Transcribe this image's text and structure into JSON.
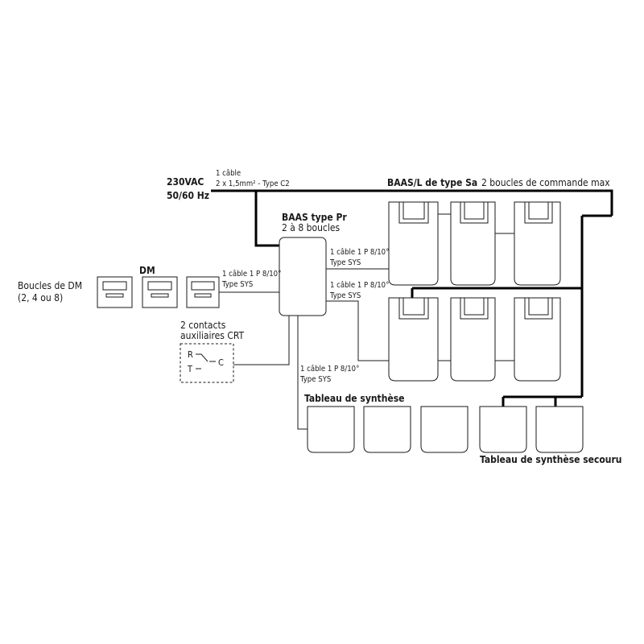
{
  "power": {
    "voltage": "230VAC",
    "frequency": "50/60 Hz"
  },
  "power_cable": {
    "line1": "1 câble",
    "line2": "2 x 1,5mm² - Type C2"
  },
  "baas_pr": {
    "title": "BAAS type Pr",
    "subtitle": "2 à 8 boucles"
  },
  "baas_sa": {
    "title": "BAAS/L de type Sa",
    "note": "2 boucles de commande max"
  },
  "dm": {
    "label": "DM",
    "loops_label_line1": "Boucles de DM",
    "loops_label_line2": "(2, 4 ou 8)"
  },
  "sys_cable": {
    "line1": "1 câble 1 P 8/10°",
    "line2": "Type SYS"
  },
  "contacts": {
    "label_line1": "2 contacts",
    "label_line2": "auxiliaires CRT",
    "r": "R",
    "t": "T",
    "c": "C"
  },
  "synthesis": {
    "label": "Tableau de synthèse",
    "backup_label": "Tableau de synthèse secouru"
  }
}
